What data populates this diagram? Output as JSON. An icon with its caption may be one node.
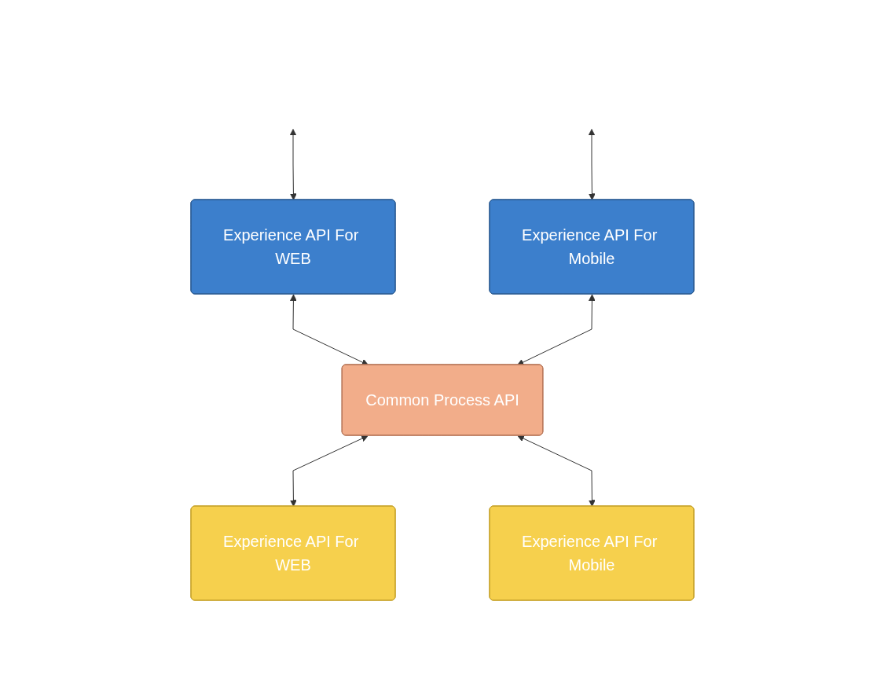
{
  "diagram": {
    "nodes": [
      {
        "text": [
          "Experience API For WEB"
        ]
      },
      {
        "text": [
          "Experience API For Mobile"
        ]
      },
      {
        "text": [
          "Common Process API"
        ]
      },
      {
        "text": [
          "Experience API For WEB"
        ]
      },
      {
        "text": [
          "Experience API For Mobile"
        ]
      }
    ],
    "edges": [
      {
        "from": null,
        "to": 0,
        "arrow": "both"
      },
      {
        "from": null,
        "to": 1,
        "arrow": "both"
      },
      {
        "from": 0,
        "to": 2,
        "arrow": "both"
      },
      {
        "from": 1,
        "to": 2,
        "arrow": "both"
      },
      {
        "from": 2,
        "to": 3,
        "arrow": "both"
      },
      {
        "from": 2,
        "to": 4,
        "arrow": "both"
      }
    ]
  }
}
